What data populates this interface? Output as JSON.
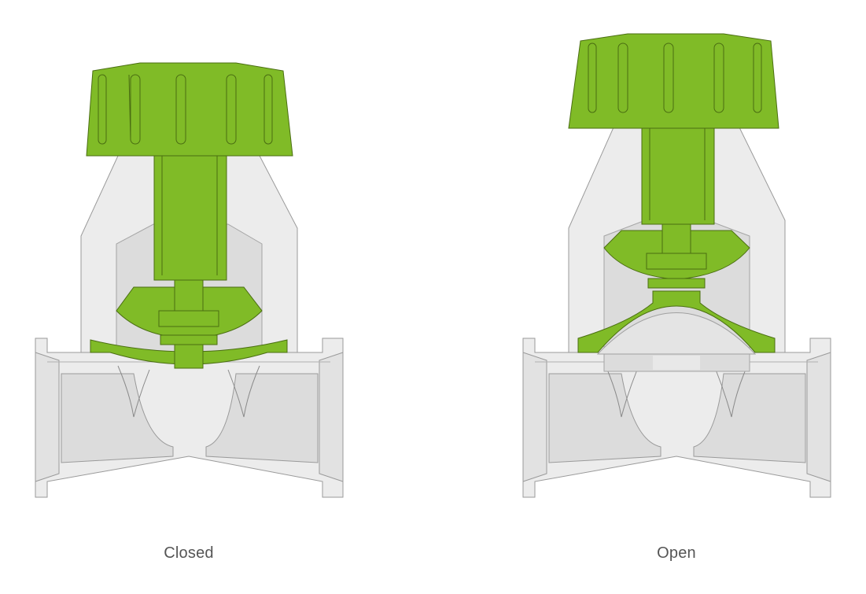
{
  "colors": {
    "green": "#80bb27",
    "green_dark": "#5f8f1a",
    "body_light": "#ececec",
    "body_mid": "#dcdcdc",
    "outline": "#9a9a9a",
    "stroke_green": "#4a6e12"
  },
  "valves": [
    {
      "state": "closed",
      "label": "Closed"
    },
    {
      "state": "open",
      "label": "Open"
    }
  ]
}
